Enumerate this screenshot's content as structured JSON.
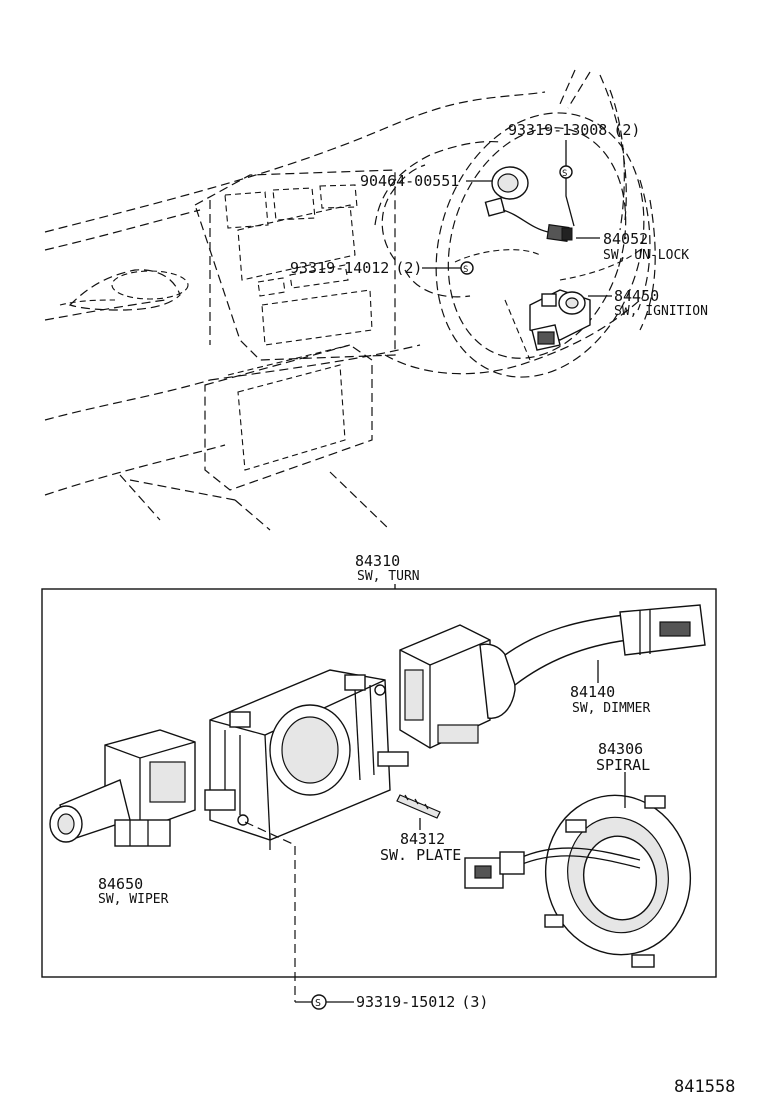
{
  "diagram_id": "841558",
  "callouts": [
    {
      "id": "c1",
      "part_no": "93319-13008",
      "qty": "(2)",
      "name": ""
    },
    {
      "id": "c2",
      "part_no": "90464-00551",
      "qty": "",
      "name": ""
    },
    {
      "id": "c3",
      "part_no": "84052",
      "qty": "",
      "name": "SW, UN-LOCK"
    },
    {
      "id": "c4",
      "part_no": "93319-14012",
      "qty": "(2)",
      "name": ""
    },
    {
      "id": "c5",
      "part_no": "84450",
      "qty": "",
      "name": "SW, IGNITION"
    },
    {
      "id": "c6",
      "part_no": "84310",
      "qty": "",
      "name": "SW, TURN"
    },
    {
      "id": "c7",
      "part_no": "84140",
      "qty": "",
      "name": "SW, DIMMER"
    },
    {
      "id": "c8",
      "part_no": "84306",
      "qty": "",
      "name": "SPIRAL"
    },
    {
      "id": "c9",
      "part_no": "84312",
      "qty": "",
      "name": "SW. PLATE"
    },
    {
      "id": "c10",
      "part_no": "84650",
      "qty": "",
      "name": "SW, WIPER"
    },
    {
      "id": "c11",
      "part_no": "93319-15012",
      "qty": "(3)",
      "name": ""
    }
  ],
  "screw_symbol": "S"
}
